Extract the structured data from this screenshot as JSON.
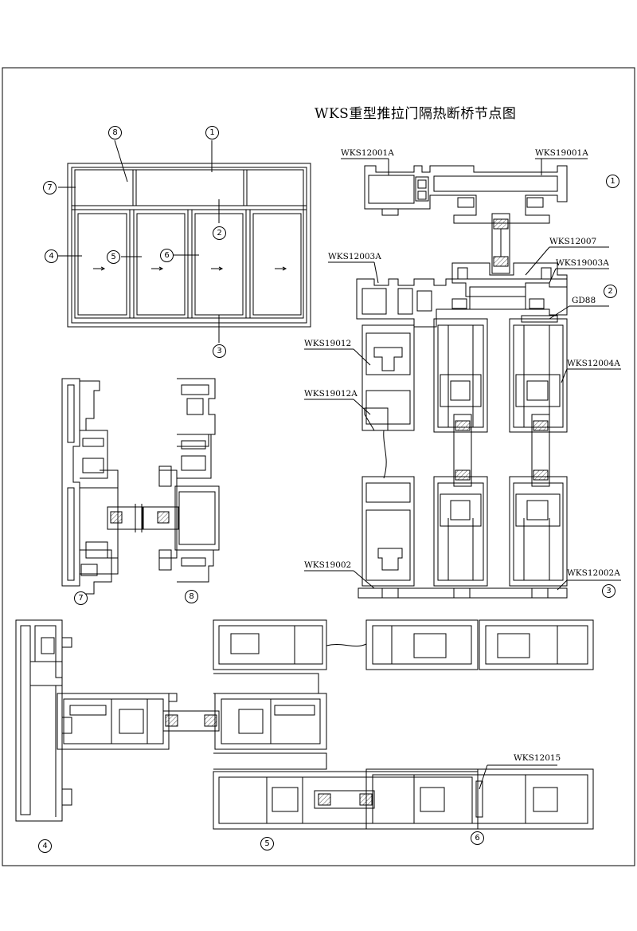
{
  "title": "WKS重型推拉门隔热断桥节点图",
  "markers": {
    "m1": "1",
    "m2": "2",
    "m3": "3",
    "m4": "4",
    "m5": "5",
    "m6": "6",
    "m7": "7",
    "m8": "8"
  },
  "profiles": {
    "p12001a": "WKS12001A",
    "p19001a": "WKS19001A",
    "p12007": "WKS12007",
    "p12003a": "WKS12003A",
    "p19003a": "WKS19003A",
    "gd88": "GD88",
    "p19012": "WKS19012",
    "p12004a": "WKS12004A",
    "p19012a": "WKS19012A",
    "p19002": "WKS19002",
    "p12002a": "WKS12002A",
    "p12015": "WKS12015"
  },
  "colors": {
    "line": "#000000",
    "hatch": "#555555",
    "background": "#ffffff"
  }
}
